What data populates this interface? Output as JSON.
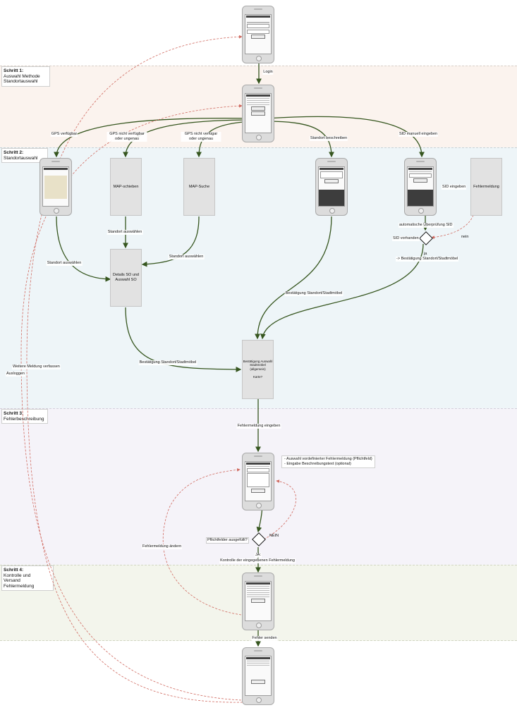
{
  "colors": {
    "step1": "#fbf3ee",
    "step2": "#eef5f8",
    "step3": "#f5f3f9",
    "step4": "#f3f5ec",
    "flow": "#36561f",
    "dashed": "#d06a60"
  },
  "bands": {
    "step1": {
      "title": "Schritt 1:",
      "subtitle": "Auswahl Methode Standortauswahl"
    },
    "step2": {
      "title": "Schritt 2:",
      "subtitle": "Standortauswahl"
    },
    "step3": {
      "title": "Schritt 3:",
      "subtitle": "Fehlerbeschreibung"
    },
    "step4": {
      "title": "Schritt 4:",
      "subtitle": "Kontrolle und Versand Fehlermeldung"
    }
  },
  "boxes": {
    "map_schieben": "MAP-schieben",
    "map_suche": "MAP-Suche",
    "details": "Details SO und Auswahl SO",
    "fehlermeldung": "Fehlermeldung",
    "bestaetigung_line1": "Bestätigung Auswahl Stadtmöbel (allgemein)",
    "bestaetigung_line2": "Karte?"
  },
  "labels": {
    "login": "Login",
    "gps_ok": "GPS verfügbar",
    "gps_not1": "GPS nicht verfügbar oder ungenau",
    "gps_not2": "GPS nicht verfügar oder ungenau",
    "standort_beschreiben": "Standort beschreiben",
    "sid_manuell": "SID manuell eingeben",
    "sid_eingeben": "SID eingeben",
    "standort_auswaehlen_a": "Standort auswählen",
    "standort_auswaehlen_b": "Standort auswählen",
    "standort_auswaehlen_c": "Standort auswählen",
    "auto_pruefung": "automatische Überprüfung SID",
    "sid_vorhanden": "SID vorhanden",
    "nein_small": "nein",
    "ja_small": "ja",
    "bestaetigung_sm": "-> Bestätigung Standort/Stadtmöbel",
    "bestaetigung_a": "Bestätigung Standort/Stadtmöbel",
    "bestaetigung_b": "Bestätigung Standort/Stadtmöbel",
    "weitere": "Weitere Meldung verfassen",
    "ausloggen": "Ausloggen",
    "fehlermeldung_eingeben": "Fehlermeldung eingeben",
    "note_line1": "- Auswahl vordefinierter Fehlermeldung (Pflichtfeld)",
    "note_line2": "- Eingabe Beschreibungstext (optional)",
    "pflicht": "Pflichtfelder ausgefüllt?",
    "nein": "NEIN",
    "ja": "JA:",
    "kontrolle": "Kontrolle der eingegebenen Fehlermeldung",
    "aendern": "Fehlermeldung ändern",
    "senden": "Fehler senden"
  }
}
